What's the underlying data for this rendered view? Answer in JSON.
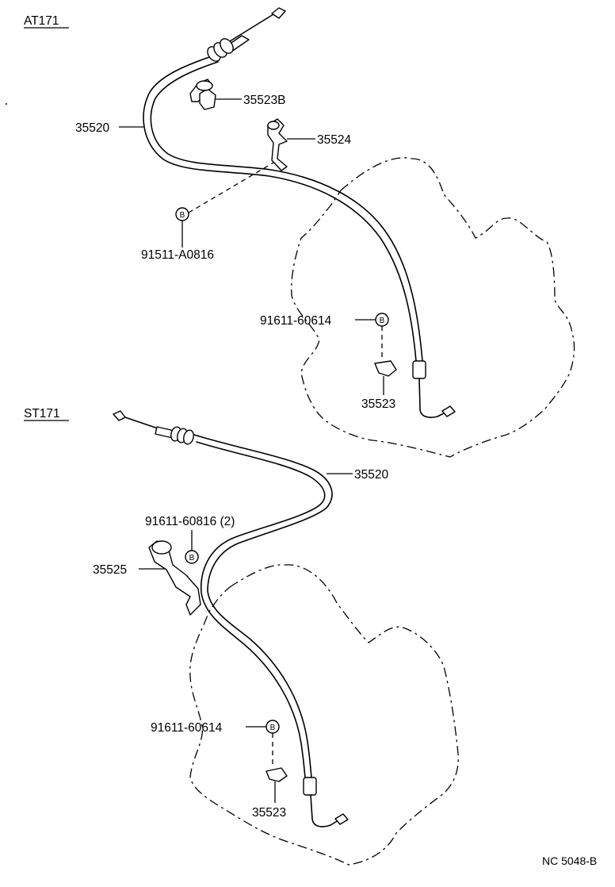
{
  "sections": {
    "top": "AT171",
    "bottom": "ST171"
  },
  "top_labels": {
    "cable": "35520",
    "clamp": "35523B",
    "bracket": "35524",
    "bolt_left": "91511-A0816",
    "bolt_right": "91611-60614",
    "clamp_small": "35523",
    "bolt_symbol": "B"
  },
  "bottom_labels": {
    "cable": "35520",
    "bolt_top": "91611-60816 (2)",
    "bracket": "35525",
    "bolt_lower": "91611-60614",
    "clamp_small": "35523",
    "bolt_symbol": "B"
  },
  "figure_code": "NC 5048-B"
}
